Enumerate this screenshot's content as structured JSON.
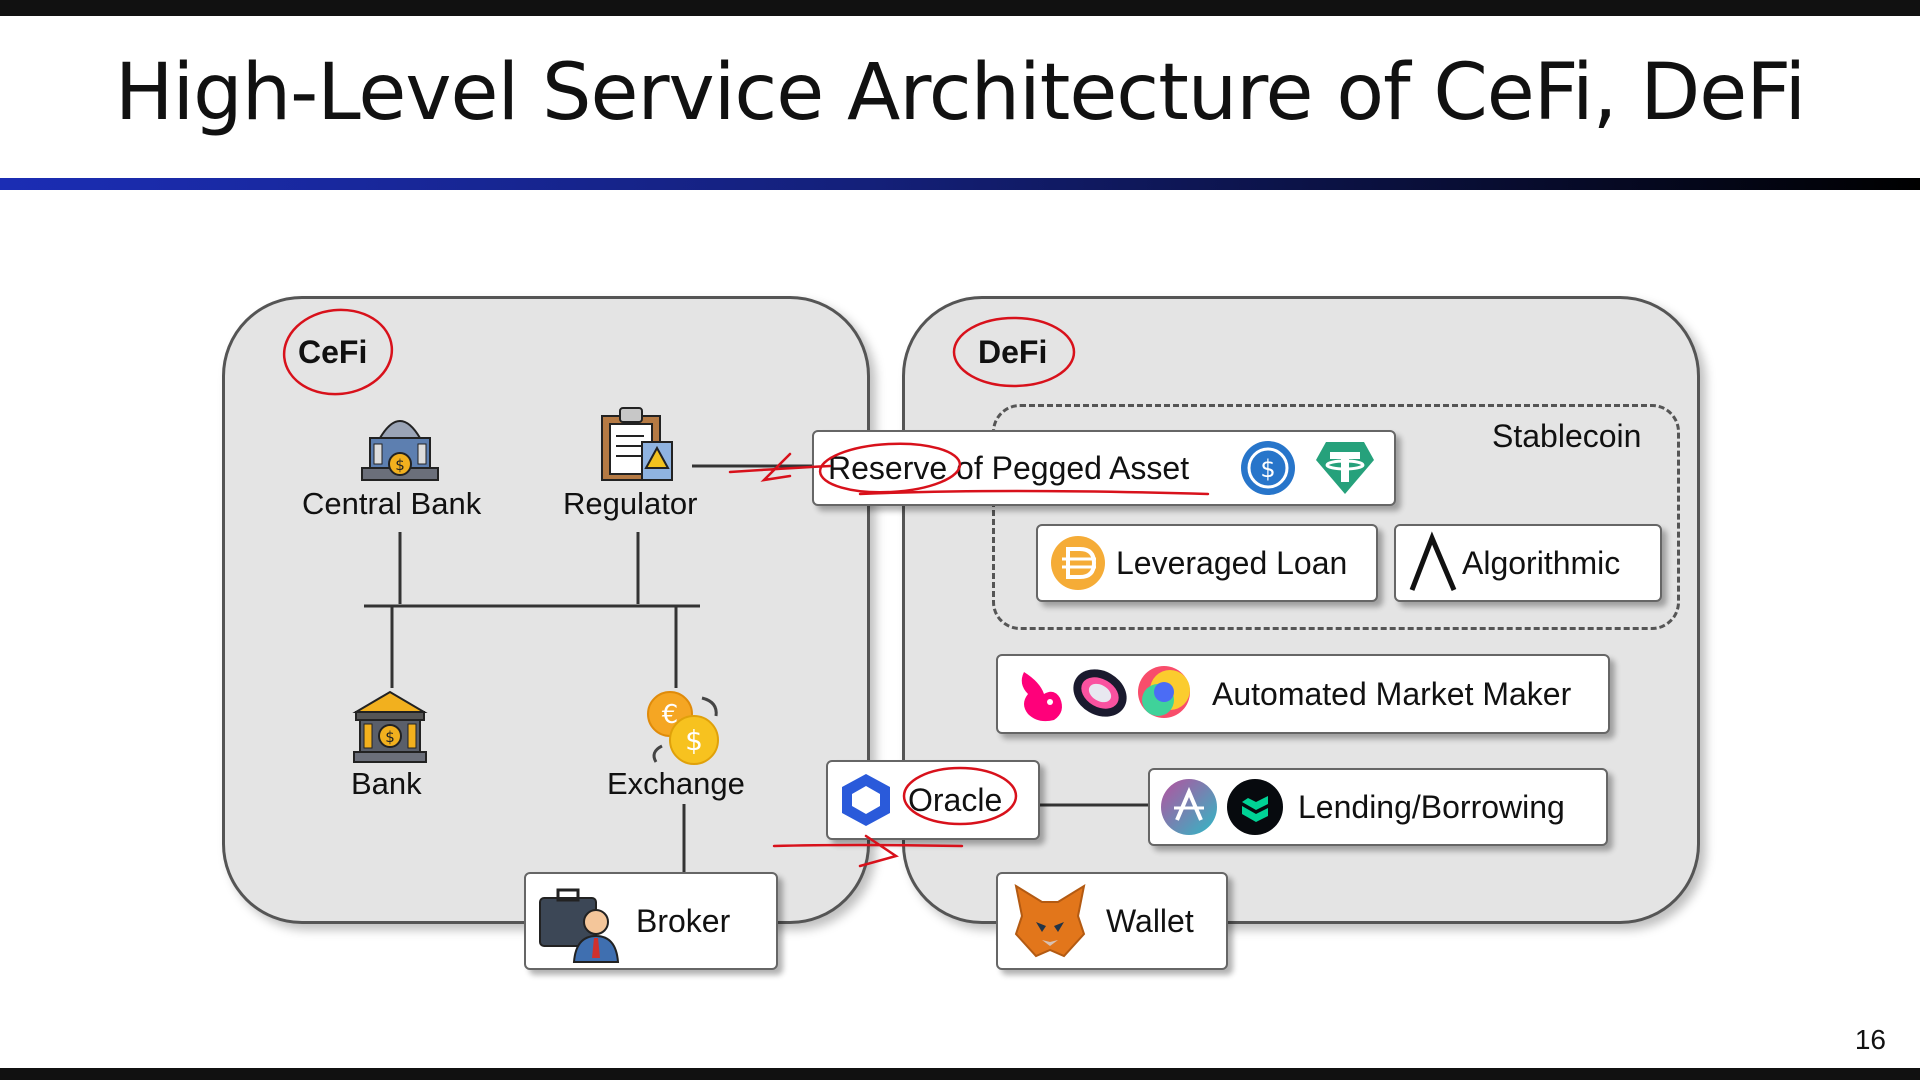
{
  "slide": {
    "title": "High-Level Service Architecture of CeFi, DeFi",
    "page_number": "16"
  },
  "cefi": {
    "label": "CeFi",
    "central_bank": "Central Bank",
    "regulator": "Regulator",
    "bank": "Bank",
    "exchange": "Exchange",
    "broker": "Broker"
  },
  "defi": {
    "label": "DeFi",
    "stablecoin_label": "Stablecoin",
    "reserve": "Reserve of Pegged Asset",
    "leveraged_loan": "Leveraged Loan",
    "algorithmic": "Algorithmic",
    "amm": "Automated Market Maker",
    "oracle": "Oracle",
    "lending": "Lending/Borrowing",
    "wallet": "Wallet"
  },
  "colors": {
    "panel_bg": "#e4e4e4",
    "annotation_red": "#d8111b",
    "rule_blue": "#1b2db4"
  }
}
